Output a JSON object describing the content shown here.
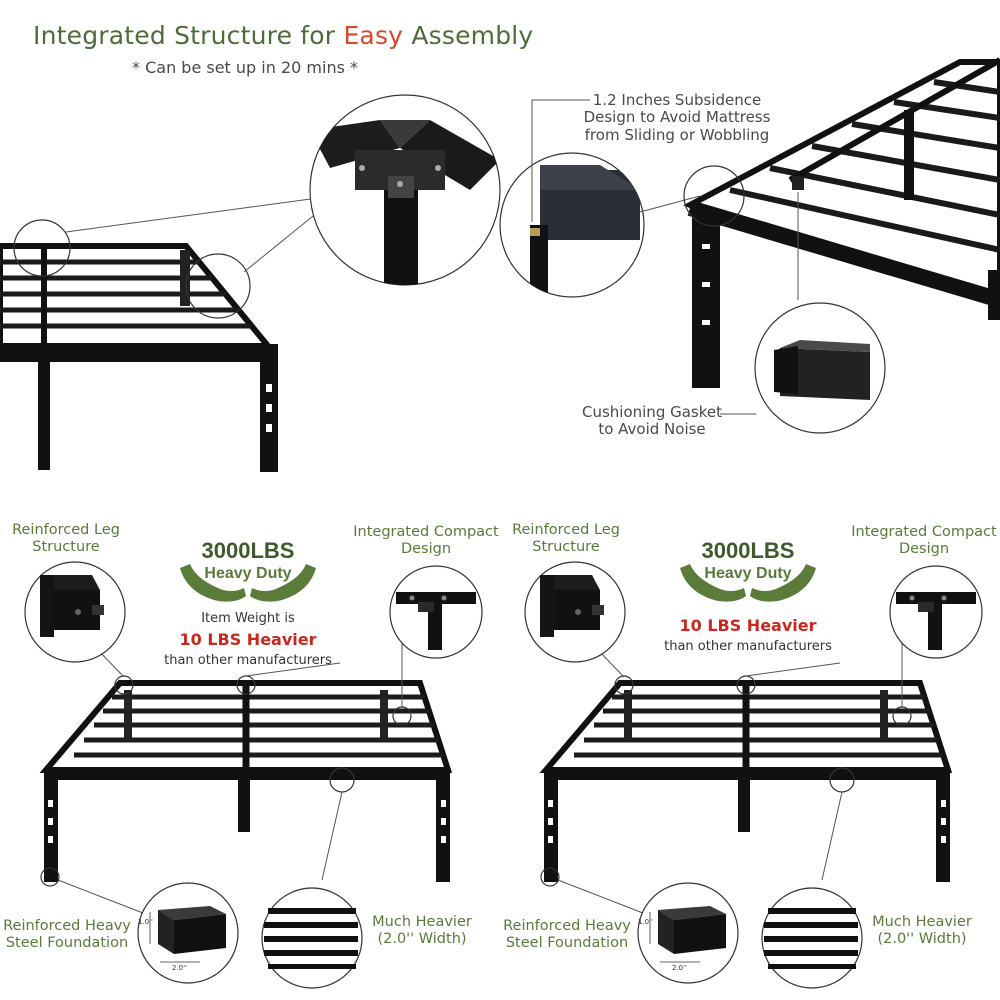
{
  "header": {
    "title_prefix": "Integrated Structure for ",
    "title_accent": "Easy",
    "title_suffix": " Assembly",
    "subtitle": "* Can be set up in 20 mins *",
    "accent_color": "#d9462e",
    "text_color": "#4f6b3a"
  },
  "top_callouts": {
    "subsidence_line1": "1.2 Inches Subsidence",
    "subsidence_line2": "Design to Avoid Mattress",
    "subsidence_line3": "from Sliding or Wobbling",
    "gasket_line1": "Cushioning Gasket",
    "gasket_line2": "to Avoid Noise"
  },
  "panels": [
    {
      "leg_label_1": "Reinforced Leg",
      "leg_label_2": "Structure",
      "compact_label_1": "Integrated Compact",
      "compact_label_2": "Design",
      "badge_value": "3000LBS",
      "badge_label": "Heavy Duty",
      "weight_prefix": "Item Weight is",
      "weight_highlight": "10 LBS Heavier",
      "weight_suffix": "than other manufacturers",
      "foundation_1": "Reinforced Heavy",
      "foundation_2": "Steel Foundation",
      "width_1": "Much Heavier",
      "width_2": "(2.0'' Width)",
      "dim_height": "1.0''",
      "dim_width": "2.0''"
    },
    {
      "leg_label_1": "Reinforced Leg",
      "leg_label_2": "Structure",
      "compact_label_1": "Integrated Compact",
      "compact_label_2": "Design",
      "badge_value": "3000LBS",
      "badge_label": "Heavy Duty",
      "weight_highlight": "10 LBS Heavier",
      "weight_suffix": "than other manufacturers",
      "foundation_1": "Reinforced Heavy",
      "foundation_2": "Steel Foundation",
      "width_1": "Much Heavier",
      "width_2": "(2.0'' Width)",
      "dim_height": "1.0''",
      "dim_width": "2.0''"
    }
  ]
}
